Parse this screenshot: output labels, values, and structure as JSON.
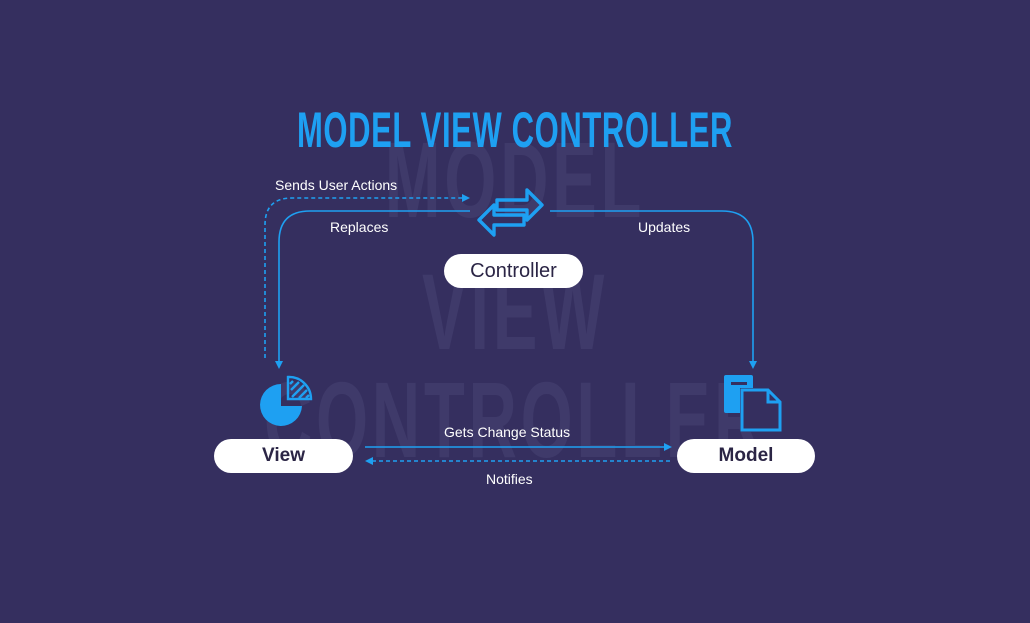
{
  "title": "MODEL VIEW CONTROLLER",
  "watermark": {
    "line1": "MODEL",
    "line2": "VIEW",
    "line3": "CONTROLLER"
  },
  "nodes": {
    "controller": "Controller",
    "view": "View",
    "model": "Model"
  },
  "edges": {
    "sends_user_actions": "Sends User Actions",
    "replaces": "Replaces",
    "updates": "Updates",
    "gets_change_status": "Gets Change Status",
    "notifies": "Notifies"
  },
  "colors": {
    "background": "#352f5f",
    "accent": "#1ea0f2",
    "pill": "#ffffff",
    "watermark": "#3f3a6a"
  },
  "icons": {
    "controller": "exchange-arrows-icon",
    "view": "pie-chart-icon",
    "model": "documents-icon"
  }
}
